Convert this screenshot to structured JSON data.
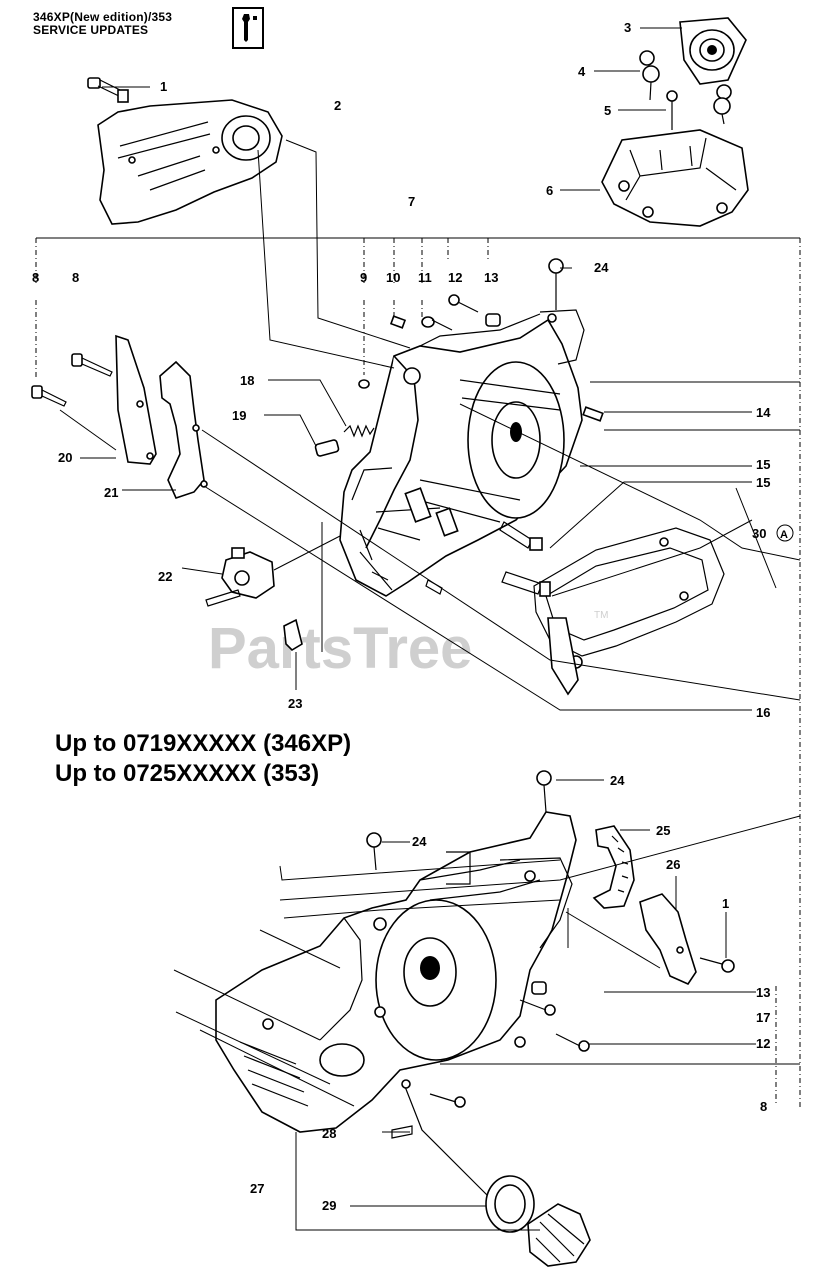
{
  "header": {
    "model_line": "346XP(New edition)/353",
    "service_line": "SERVICE UPDATES"
  },
  "icons": {
    "service_icon": "wrench-icon"
  },
  "watermark": {
    "text": "PartsTree",
    "tm": "TM"
  },
  "ranges": {
    "line1": "Up to 0719XXXXX (346XP)",
    "line2": "Up to 0725XXXXX (353)"
  },
  "callouts": {
    "c1a": "1",
    "c2": "2",
    "c3": "3",
    "c4": "4",
    "c5": "5",
    "c6": "6",
    "c7": "7",
    "c8a": "8",
    "c8b": "8",
    "c9": "9",
    "c10": "10",
    "c11": "11",
    "c12a": "12",
    "c13a": "13",
    "c24a": "24",
    "c18": "18",
    "c19": "19",
    "c14": "14",
    "c20": "20",
    "c15a": "15",
    "c15b": "15",
    "c21": "21",
    "c30": "30",
    "c30ref": "A",
    "c22": "22",
    "c23": "23",
    "c16": "16",
    "c24b": "24",
    "c25": "25",
    "c24c": "24",
    "c26": "26",
    "c1b": "1",
    "c13b": "13",
    "c17": "17",
    "c12b": "12",
    "c8c": "8",
    "c28": "28",
    "c27": "27",
    "c29": "29"
  }
}
